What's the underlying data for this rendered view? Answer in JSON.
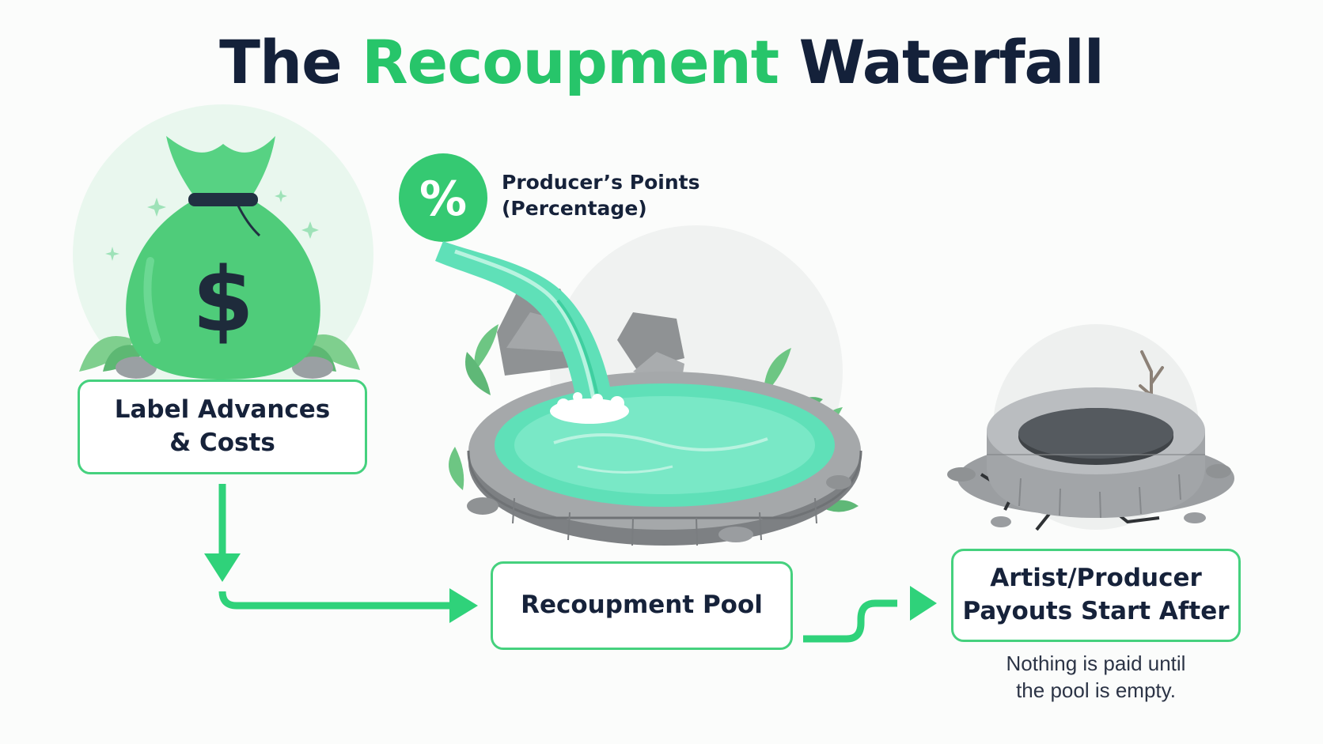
{
  "title": {
    "part1": "The",
    "accent": "Recoupment",
    "part2": "Waterfall"
  },
  "producer_points": {
    "symbol": "%",
    "line1": "Producer’s Points",
    "line2": "(Percentage)"
  },
  "boxes": {
    "label_advances": {
      "line1": "Label Advances",
      "line2": "& Costs"
    },
    "recoupment_pool": {
      "label": "Recoupment Pool"
    },
    "payouts": {
      "line1": "Artist/Producer",
      "line2": "Payouts Start After"
    }
  },
  "note": {
    "line1": "Nothing is paid until",
    "line2": "the pool is empty."
  },
  "money_bag": {
    "symbol": "$"
  },
  "colors": {
    "accent": "#27c56a",
    "box_border": "#45d17e",
    "arrow": "#2fd27a",
    "title_dark": "#14213a",
    "water": "#5fe0b8",
    "stone": "#8f9294"
  },
  "icons": [
    "money-bag-icon",
    "percent-icon",
    "waterfall-pool-illustration",
    "dry-well-illustration",
    "sparkle-icon"
  ]
}
